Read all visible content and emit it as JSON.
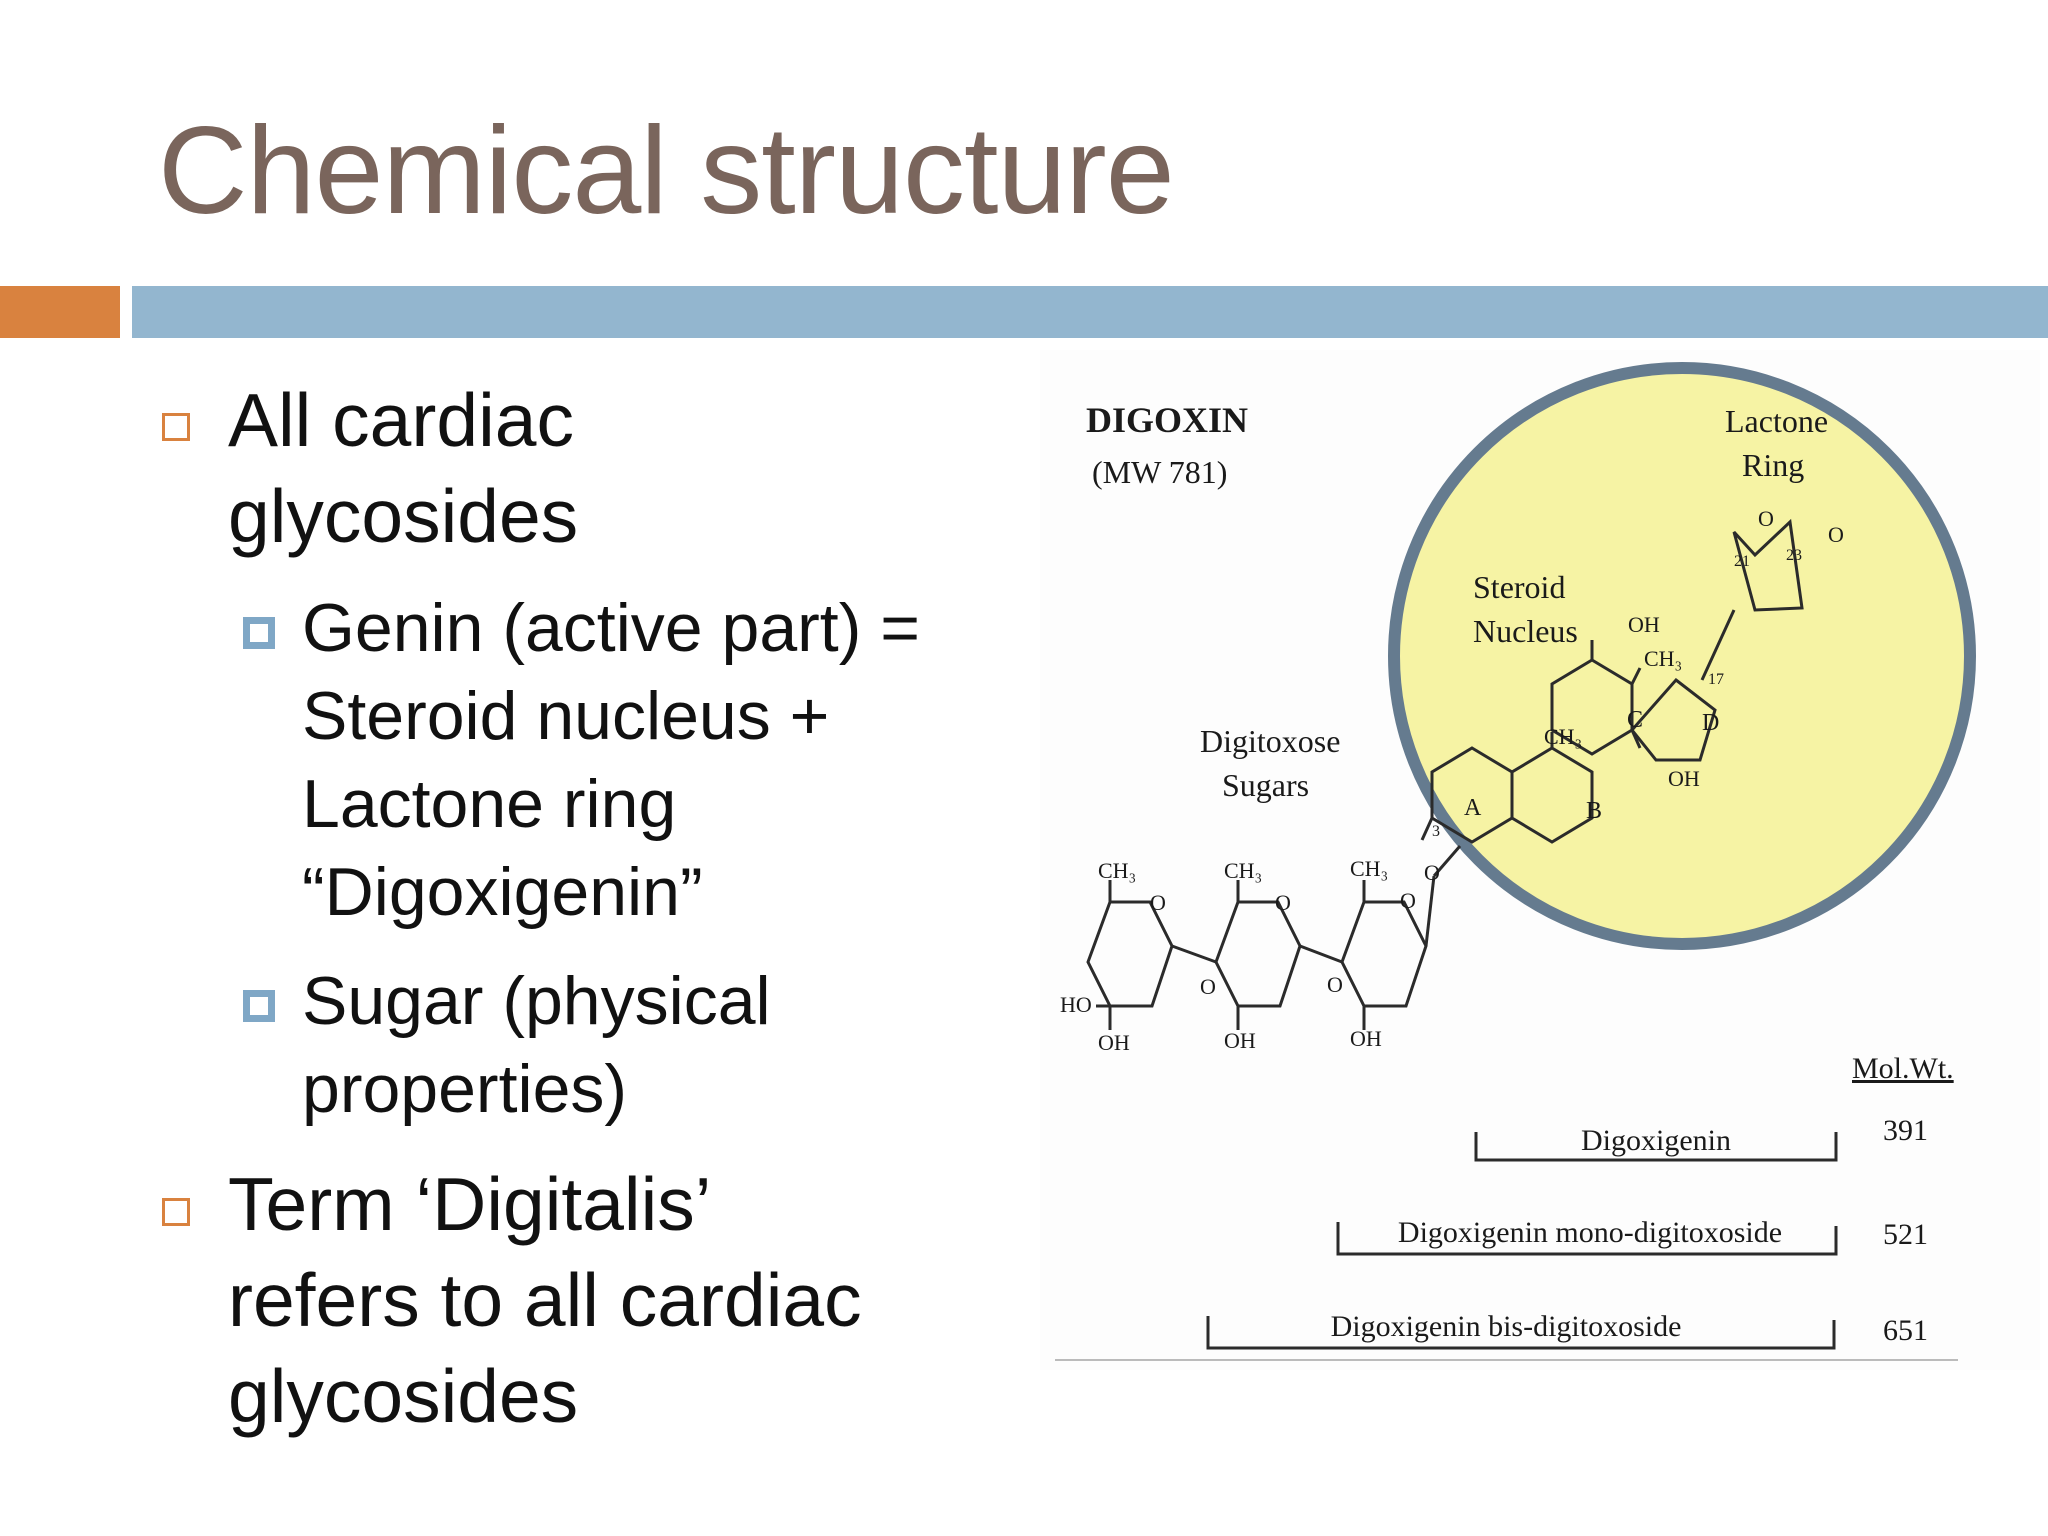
{
  "slide": {
    "title": "Chemical structure",
    "bullets": [
      {
        "lines": [
          "All cardiac",
          "glycosides"
        ]
      },
      {
        "lines": [
          "Genin (active part) =",
          "Steroid nucleus +",
          "Lactone ring",
          "“Digoxigenin”"
        ]
      },
      {
        "lines": [
          "Sugar (physical",
          "properties)"
        ]
      },
      {
        "lines": [
          "Term ‘Digitalis’",
          "refers to all cardiac",
          "glycosides"
        ]
      }
    ]
  },
  "figure": {
    "name": "DIGOXIN",
    "mw": "(MW 781)",
    "lactone_label_1": "Lactone",
    "lactone_label_2": "Ring",
    "steroid_label_1": "Steroid",
    "steroid_label_2": "Nucleus",
    "sugars_label_1": "Digitoxose",
    "sugars_label_2": "Sugars",
    "ring_labels": [
      "A",
      "B",
      "C",
      "D"
    ],
    "atoms": {
      "ch3": "CH₃",
      "oh": "OH",
      "o": "O",
      "ho": "HO",
      "pos3": "3",
      "pos17": "17",
      "pos21": "21",
      "pos23": "23"
    },
    "molwt_header": "Mol.Wt.",
    "fragments": [
      {
        "name": "Digoxigenin",
        "mw": "391"
      },
      {
        "name": "Digoxigenin mono-digitoxoside",
        "mw": "521"
      },
      {
        "name": "Digoxigenin bis-digitoxoside",
        "mw": "651"
      }
    ],
    "highlight_color": "#f6f3a4",
    "circle_border_color": "#657b8f"
  }
}
